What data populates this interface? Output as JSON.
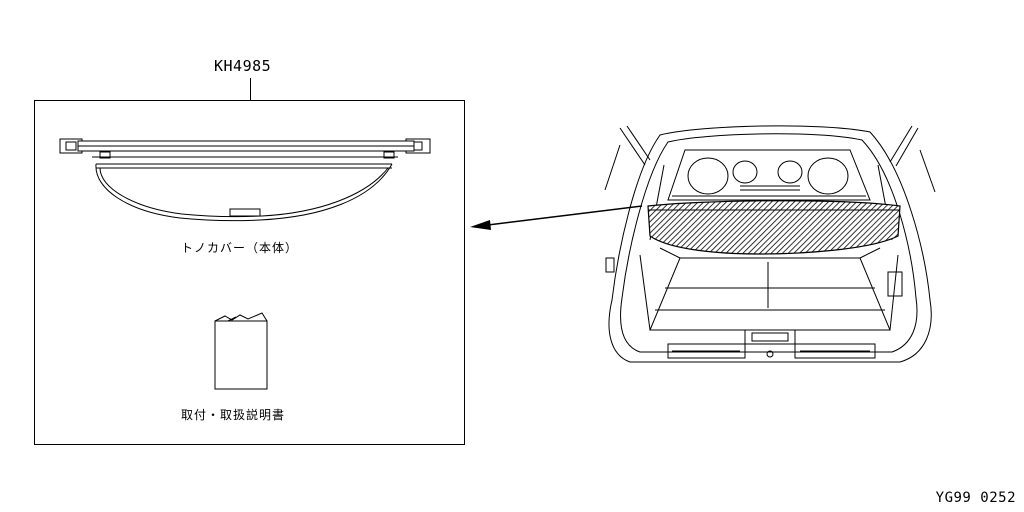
{
  "part_number": "KH4985",
  "items": {
    "cover_label": "トノカバー（本体）",
    "manual_label": "取付・取扱説明書"
  },
  "illustration_code": "YG99 0252"
}
